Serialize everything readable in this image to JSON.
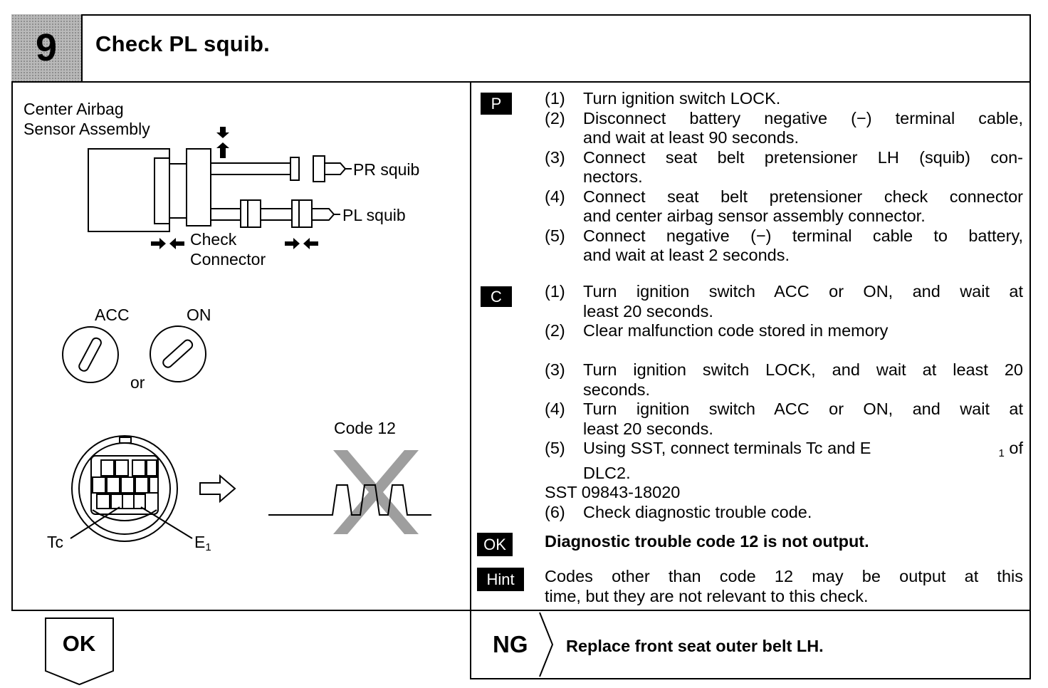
{
  "header": {
    "step_number": "9",
    "title": "Check PL squib."
  },
  "diagram": {
    "sensor_label_line1": "Center Airbag",
    "sensor_label_line2": "Sensor Assembly",
    "pr_squib": "PR squib",
    "pl_squib": "PL squib",
    "check_connector_line1": "Check",
    "check_connector_line2": "Connector",
    "acc": "ACC",
    "on": "ON",
    "or": "or",
    "code_label": "Code 12",
    "tc": "Tc",
    "e1_letter": "E",
    "e1_sub": "1"
  },
  "badges": {
    "p": "P",
    "c": "C",
    "ok": "OK",
    "hint": "Hint"
  },
  "p_steps": [
    {
      "num": "(1)",
      "lines": [
        "Turn ignition switch LOCK."
      ]
    },
    {
      "num": "(2)",
      "lines": [
        "Disconnect battery negative (−) terminal cable,",
        "and wait at least 90 seconds."
      ]
    },
    {
      "num": "(3)",
      "lines": [
        "Connect seat belt pretensioner LH (squib) con-",
        "nectors."
      ]
    },
    {
      "num": "(4)",
      "lines": [
        "Connect seat belt pretensioner check connector",
        "and center airbag sensor assembly connector."
      ]
    },
    {
      "num": "(5)",
      "lines": [
        "Connect negative (−) terminal cable to battery,",
        "and wait at least 2 seconds."
      ]
    }
  ],
  "c_steps": [
    {
      "num": "(1)",
      "lines": [
        "Turn ignition switch ACC or ON, and wait at",
        "least 20 seconds."
      ]
    },
    {
      "num": "(2)",
      "lines": [
        "Clear malfunction code stored in memory"
      ]
    },
    {
      "num": "(3)",
      "lines": [
        "Turn ignition switch LOCK, and wait at least 20",
        "seconds."
      ]
    },
    {
      "num": "(4)",
      "lines": [
        "Turn ignition switch ACC or ON, and wait at",
        "least 20 seconds."
      ]
    },
    {
      "num": "(5)",
      "line1_a": "Using SST, connect terminals Tc and E",
      "line1_sub": "1",
      "line1_b": " of",
      "line2": "DLC2."
    },
    {
      "num": "(6)",
      "lines": [
        "Check diagnostic trouble code."
      ]
    }
  ],
  "sst": "SST 09843-18020",
  "ok_text": "Diagnostic trouble code 12 is not output.",
  "hint_lines": [
    "Codes other than code 12 may be output at this",
    "time, but they are not relevant to this check."
  ],
  "footer": {
    "ok": "OK",
    "ng": "NG",
    "ng_action": "Replace front seat outer belt LH."
  }
}
